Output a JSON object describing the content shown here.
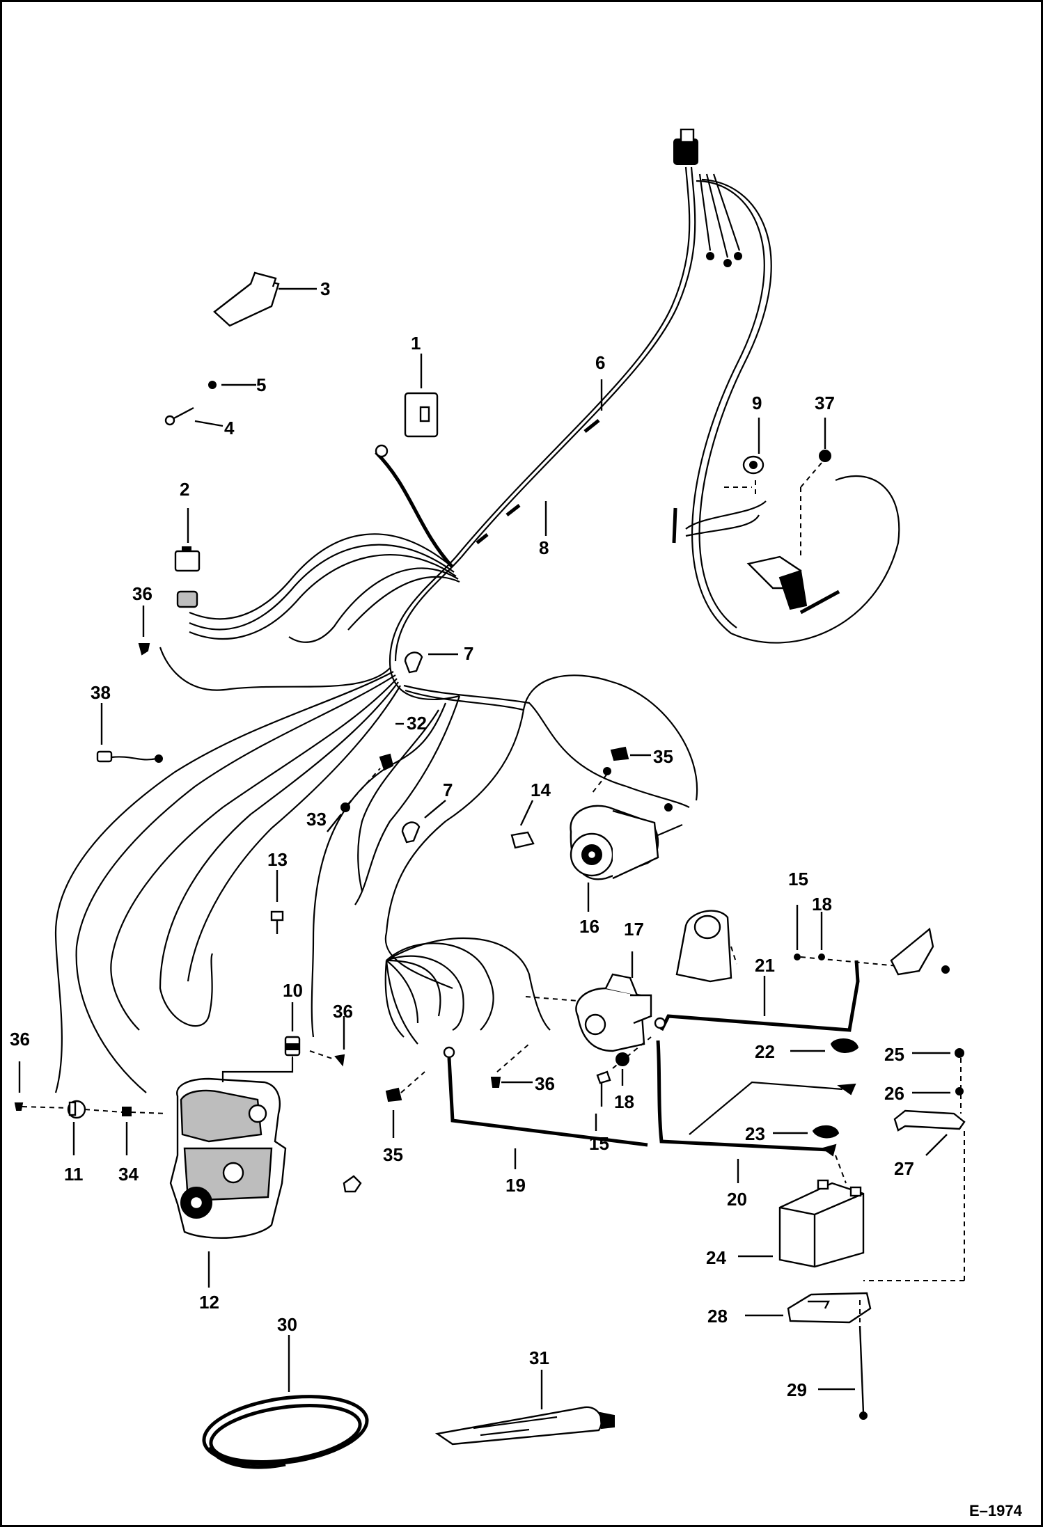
{
  "figure_ref": "E–1974",
  "callouts": [
    "1",
    "2",
    "3",
    "4",
    "5",
    "6",
    "7",
    "8",
    "9",
    "10",
    "11",
    "12",
    "13",
    "14",
    "15",
    "16",
    "17",
    "18",
    "19",
    "20",
    "21",
    "22",
    "23",
    "24",
    "25",
    "26",
    "27",
    "28",
    "29",
    "30",
    "31",
    "32",
    "33",
    "34",
    "35",
    "36",
    "37",
    "38"
  ],
  "callout_labels": {
    "c1": "1",
    "c2": "2",
    "c3": "3",
    "c4": "4",
    "c5": "5",
    "c6": "6",
    "c7a": "7",
    "c7b": "7",
    "c8": "8",
    "c9": "9",
    "c10": "10",
    "c11": "11",
    "c12": "12",
    "c13": "13",
    "c14": "14",
    "c15a": "15",
    "c15b": "15",
    "c16": "16",
    "c17": "17",
    "c18a": "18",
    "c18b": "18",
    "c19": "19",
    "c20": "20",
    "c21": "21",
    "c22": "22",
    "c23": "23",
    "c24": "24",
    "c25": "25",
    "c26": "26",
    "c27": "27",
    "c28": "28",
    "c29": "29",
    "c30": "30",
    "c31": "31",
    "c32": "32",
    "c33": "33",
    "c34": "34",
    "c35a": "35",
    "c35b": "35",
    "c36a": "36",
    "c36b": "36",
    "c36c": "36",
    "c36d": "36",
    "c37": "37",
    "c38": "38"
  },
  "icons": [
    "harness-icon",
    "engine-icon",
    "alternator-icon",
    "starter-icon",
    "battery-icon",
    "tube-icon",
    "hose-coil-icon",
    "switch-icon",
    "relay-icon",
    "bracket-icon",
    "cable-icon"
  ]
}
